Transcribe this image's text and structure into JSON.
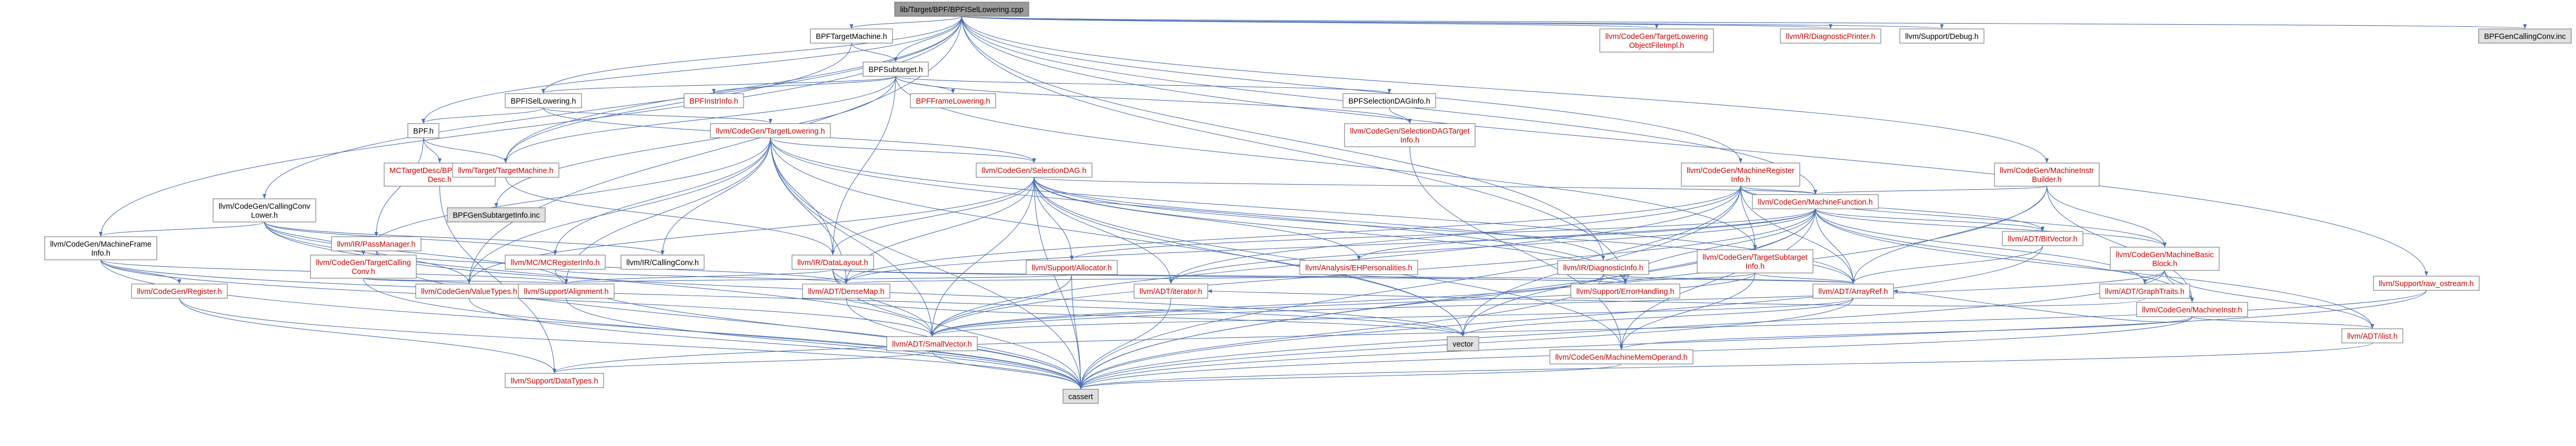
{
  "graph": {
    "nodes": [
      {
        "id": "root",
        "lines": [
          "lib/Target/BPF/BPFISelLowering.cpp"
        ],
        "style": "root"
      },
      {
        "id": "bpftm",
        "lines": [
          "BPFTargetMachine.h"
        ],
        "style": "plain"
      },
      {
        "id": "tlof",
        "lines": [
          "llvm/CodeGen/TargetLowering",
          "ObjectFileImpl.h"
        ],
        "style": "red"
      },
      {
        "id": "diagprinter",
        "lines": [
          "llvm/IR/DiagnosticPrinter.h"
        ],
        "style": "red"
      },
      {
        "id": "debug",
        "lines": [
          "llvm/Support/Debug.h"
        ],
        "style": "plain"
      },
      {
        "id": "bpfcc",
        "lines": [
          "BPFGenCallingConv.inc"
        ],
        "style": "gray"
      },
      {
        "id": "subtarget",
        "lines": [
          "BPFSubtarget.h"
        ],
        "style": "plain"
      },
      {
        "id": "frameinfo",
        "lines": [
          "BPFFrameLowering.h"
        ],
        "style": "red"
      },
      {
        "id": "instrinfo",
        "lines": [
          "BPFInstrInfo.h"
        ],
        "style": "red"
      },
      {
        "id": "bpfisel",
        "lines": [
          "BPFISelLowering.h"
        ],
        "style": "plain"
      },
      {
        "id": "seldag_info",
        "lines": [
          "BPFSelectionDAGInfo.h"
        ],
        "style": "plain"
      },
      {
        "id": "bpfh",
        "lines": [
          "BPF.h"
        ],
        "style": "plain"
      },
      {
        "id": "mctarget",
        "lines": [
          "MCTargetDesc/BPFMCTarget",
          "Desc.h"
        ],
        "style": "red"
      },
      {
        "id": "gensubtarget",
        "lines": [
          "BPFGenSubtargetInfo.inc"
        ],
        "style": "gray"
      },
      {
        "id": "targetmachine",
        "lines": [
          "llvm/Target/TargetMachine.h"
        ],
        "style": "red"
      },
      {
        "id": "targetlowering",
        "lines": [
          "llvm/CodeGen/TargetLowering.h"
        ],
        "style": "red"
      },
      {
        "id": "sdagtargetinfo",
        "lines": [
          "llvm/CodeGen/SelectionDAGTarget",
          "Info.h"
        ],
        "style": "red"
      },
      {
        "id": "ccl",
        "lines": [
          "llvm/CodeGen/CallingConv",
          "Lower.h"
        ],
        "style": "plain"
      },
      {
        "id": "selectiondag",
        "lines": [
          "llvm/CodeGen/SelectionDAG.h"
        ],
        "style": "red"
      },
      {
        "id": "mri",
        "lines": [
          "llvm/CodeGen/MachineRegister",
          "Info.h"
        ],
        "style": "red"
      },
      {
        "id": "mib",
        "lines": [
          "llvm/CodeGen/MachineInstr",
          "Builder.h"
        ],
        "style": "red"
      },
      {
        "id": "mfi",
        "lines": [
          "llvm/CodeGen/MachineFrame",
          "Info.h"
        ],
        "style": "plain"
      },
      {
        "id": "passmgr",
        "lines": [
          "llvm/IR/PassManager.h"
        ],
        "style": "red"
      },
      {
        "id": "tcc",
        "lines": [
          "llvm/CodeGen/TargetCalling",
          "Conv.h"
        ],
        "style": "red"
      },
      {
        "id": "mcreg",
        "lines": [
          "llvm/MC/MCRegisterInfo.h"
        ],
        "style": "red"
      },
      {
        "id": "callingconv",
        "lines": [
          "llvm/IR/CallingConv.h"
        ],
        "style": "plain"
      },
      {
        "id": "datalayout",
        "lines": [
          "llvm/IR/DataLayout.h"
        ],
        "style": "red"
      },
      {
        "id": "salloc",
        "lines": [
          "llvm/Support/Allocator.h"
        ],
        "style": "red"
      },
      {
        "id": "ehpers",
        "lines": [
          "llvm/Analysis/EHPersonalities.h"
        ],
        "style": "red"
      },
      {
        "id": "diaginfo",
        "lines": [
          "llvm/IR/DiagnosticInfo.h"
        ],
        "style": "red"
      },
      {
        "id": "tsubinfo",
        "lines": [
          "llvm/CodeGen/TargetSubtarget",
          "Info.h"
        ],
        "style": "red"
      },
      {
        "id": "mf",
        "lines": [
          "llvm/CodeGen/MachineFunction.h"
        ],
        "style": "red"
      },
      {
        "id": "bitvector",
        "lines": [
          "llvm/ADT/BitVector.h"
        ],
        "style": "red"
      },
      {
        "id": "mbb",
        "lines": [
          "llvm/CodeGen/MachineBasic",
          "Block.h"
        ],
        "style": "red"
      },
      {
        "id": "rawostream",
        "lines": [
          "llvm/Support/raw_ostream.h"
        ],
        "style": "red"
      },
      {
        "id": "cgreg",
        "lines": [
          "llvm/CodeGen/Register.h"
        ],
        "style": "red"
      },
      {
        "id": "valuetypes",
        "lines": [
          "llvm/CodeGen/ValueTypes.h"
        ],
        "style": "red"
      },
      {
        "id": "alignment",
        "lines": [
          "llvm/Support/Alignment.h"
        ],
        "style": "red"
      },
      {
        "id": "densemap",
        "lines": [
          "llvm/ADT/DenseMap.h"
        ],
        "style": "red"
      },
      {
        "id": "iterator",
        "lines": [
          "llvm/ADT/iterator.h"
        ],
        "style": "red"
      },
      {
        "id": "errhandling",
        "lines": [
          "llvm/Support/ErrorHandling.h"
        ],
        "style": "red"
      },
      {
        "id": "arrayref",
        "lines": [
          "llvm/ADT/ArrayRef.h"
        ],
        "style": "red"
      },
      {
        "id": "graphtraits",
        "lines": [
          "llvm/ADT/GraphTraits.h"
        ],
        "style": "red"
      },
      {
        "id": "machineinstr",
        "lines": [
          "llvm/CodeGen/MachineInstr.h"
        ],
        "style": "red"
      },
      {
        "id": "smallvector",
        "lines": [
          "llvm/ADT/SmallVector.h"
        ],
        "style": "red"
      },
      {
        "id": "vector",
        "lines": [
          "vector"
        ],
        "style": "gray"
      },
      {
        "id": "mmo",
        "lines": [
          "llvm/CodeGen/MachineMemOperand.h"
        ],
        "style": "red"
      },
      {
        "id": "ilist",
        "lines": [
          "llvm/ADT/ilist.h"
        ],
        "style": "red"
      },
      {
        "id": "cassert",
        "lines": [
          "cassert"
        ],
        "style": "gray"
      },
      {
        "id": "datatypes",
        "lines": [
          "llvm/Support/DataTypes.h"
        ],
        "style": "red"
      }
    ]
  },
  "colors": {
    "edge": "#4a6fb3",
    "node_border": "#666666",
    "plain_text": "#000000",
    "red_text": "#cc0000",
    "gray_fill": "#e0e0e0",
    "root_fill": "#9a9a9a"
  }
}
